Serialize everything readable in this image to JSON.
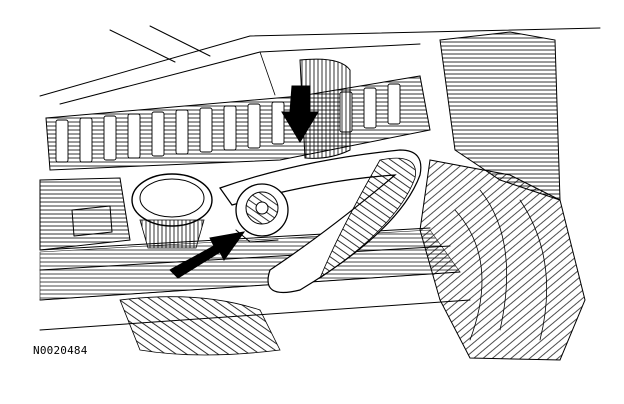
{
  "figure_id": "N0020484",
  "colors": {
    "ink": "#000000",
    "background": "#ffffff"
  },
  "callouts": [
    {
      "name": "arrow-down",
      "points_to": "upper-component"
    },
    {
      "name": "arrow-up-right",
      "points_to": "round-fitting"
    }
  ]
}
